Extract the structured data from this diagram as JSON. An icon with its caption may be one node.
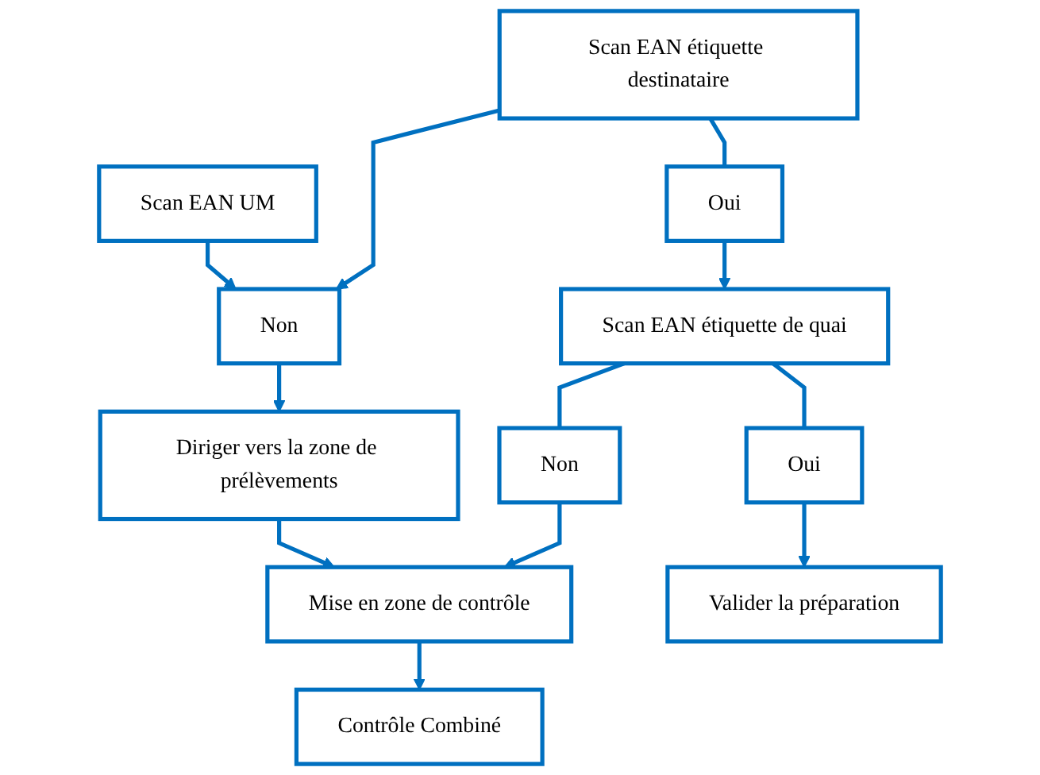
{
  "diagram": {
    "nodes": [
      {
        "text": [
          "Diriger vers la zone de prélèvements"
        ]
      },
      {
        "text": [
          "Mise en zone de contrôle"
        ]
      },
      {
        "text": [
          "Contrôle Combiné"
        ]
      },
      {
        "text": [
          "Scan EAN UM"
        ]
      },
      {
        "text": [
          "Scan EAN étiquette destinataire"
        ]
      },
      {
        "text": [
          "Oui"
        ]
      },
      {
        "text": [
          "Scan EAN étiquette de quai"
        ]
      },
      {
        "text": [
          "Non"
        ]
      },
      {
        "text": [
          "Non"
        ]
      },
      {
        "text": [
          "Oui"
        ]
      },
      {
        "text": [
          "Valider la préparation"
        ]
      }
    ],
    "edges": [
      {
        "from": 0,
        "to": 1,
        "arrow": "to"
      },
      {
        "from": 1,
        "to": 2,
        "arrow": "to"
      },
      {
        "from": 4,
        "to": 5,
        "arrow": "none"
      },
      {
        "from": 5,
        "to": 6,
        "arrow": "to"
      },
      {
        "from": 6,
        "to": 7,
        "arrow": "none"
      },
      {
        "from": 7,
        "to": 1,
        "arrow": "to"
      },
      {
        "from": 3,
        "to": 8,
        "arrow": "to"
      },
      {
        "from": 4,
        "to": 8,
        "arrow": "to"
      },
      {
        "from": 8,
        "to": 0,
        "arrow": "to"
      },
      {
        "from": 6,
        "to": 9,
        "arrow": "none"
      },
      {
        "from": 9,
        "to": 10,
        "arrow": "to"
      }
    ]
  }
}
